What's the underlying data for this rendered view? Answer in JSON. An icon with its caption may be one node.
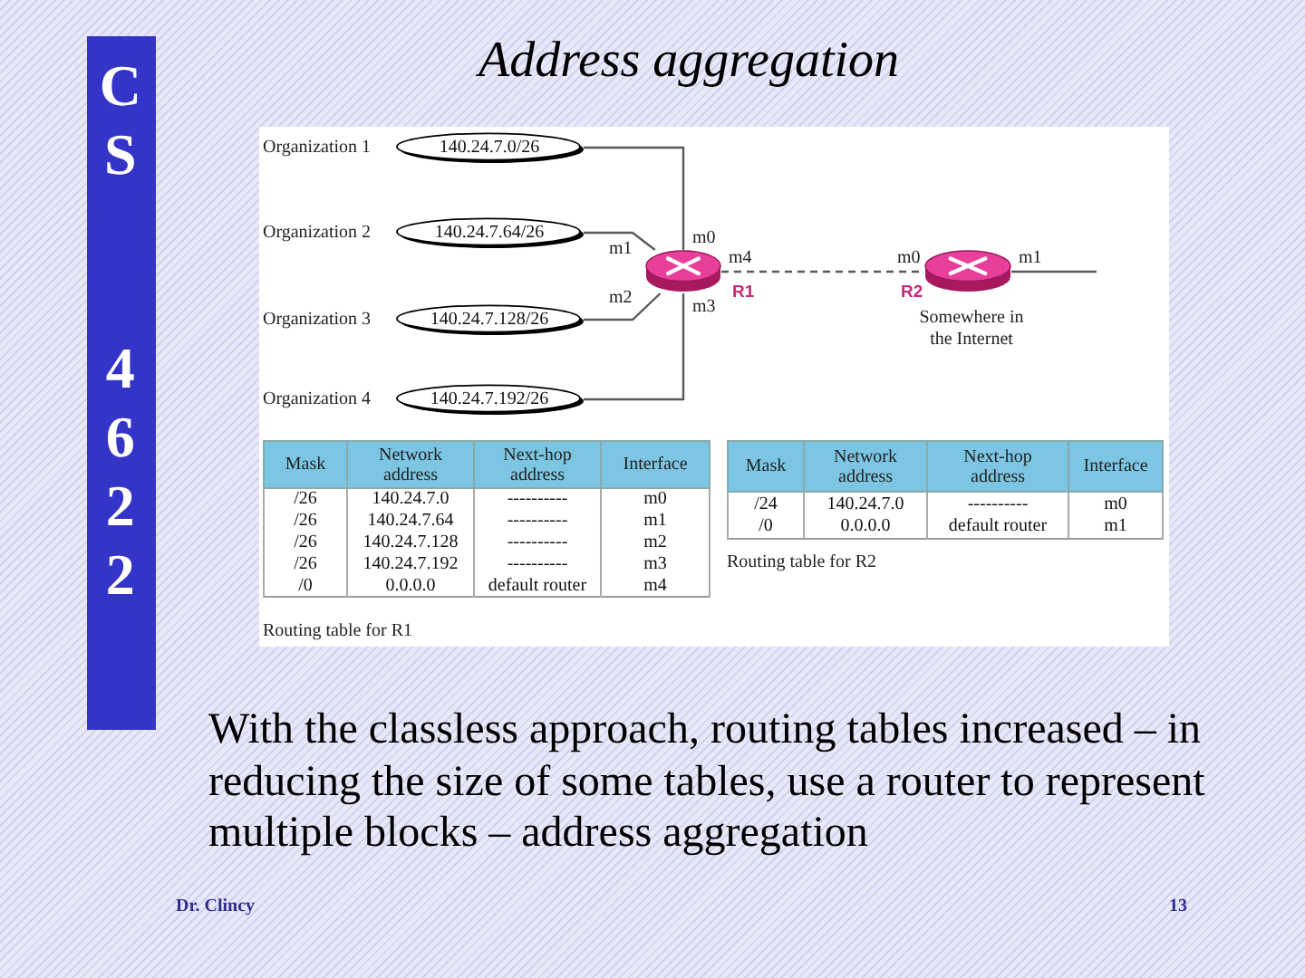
{
  "diagram": {
    "title": "Address aggregation",
    "nodes": [
      {
        "text": [
          "CS",
          "4622"
        ]
      },
      {
        "text": [
          "140.24.7.0/26"
        ],
        "beside": [
          "Organization 1"
        ]
      },
      {
        "text": [
          "140.24.7.64/26"
        ],
        "beside": [
          "Organization 2"
        ]
      },
      {
        "text": [
          "140.24.7.128/26"
        ],
        "beside": [
          "Organization 3"
        ]
      },
      {
        "text": [
          "140.24.7.192/26"
        ],
        "beside": [
          "Organization 4"
        ]
      },
      {
        "text": [],
        "shape": "cylinder",
        "beside": [
          "R1"
        ]
      },
      {
        "text": [],
        "shape": "cylinder",
        "beside": [
          "R2",
          "Somewhere in the Internet"
        ]
      }
    ],
    "edges": [
      {
        "from": 1,
        "to": 5,
        "arrow": "none"
      },
      {
        "from": 2,
        "to": 5,
        "arrow": "none"
      },
      {
        "from": 3,
        "to": 5,
        "arrow": "none"
      },
      {
        "from": 4,
        "to": 5,
        "arrow": "none"
      },
      {
        "from": 5,
        "to": 6,
        "arrow": "none",
        "style": "dashed"
      },
      {
        "from": 6,
        "to": null,
        "arrow": "none"
      }
    ],
    "labels": [
      "m0",
      "m1",
      "m4",
      "m0",
      "m1",
      "m2",
      "m3",
      "Mask",
      "Network address",
      "Next-hop address",
      "Interface",
      "/26",
      "140.24.7.0",
      "----------",
      "m0",
      "/26",
      "140.24.7.64",
      "----------",
      "m1",
      "/26",
      "140.24.7.128",
      "----------",
      "m2",
      "/26",
      "140.24.7.192",
      "----------",
      "m3",
      "/0",
      "0.0.0.0",
      "default router",
      "m4",
      "Routing table for R1",
      "Mask",
      "Network address",
      "Next-hop address",
      "Interface",
      "/24",
      "140.24.7.0",
      "----------",
      "m0",
      "/0",
      "0.0.0.0",
      "default router",
      "m1",
      "Routing table for R2",
      "With the classless approach, routing tables increased – in reducing the size of some tables, use a router to represent multiple blocks – address aggregation",
      "Dr. Clincy",
      "13"
    ]
  }
}
